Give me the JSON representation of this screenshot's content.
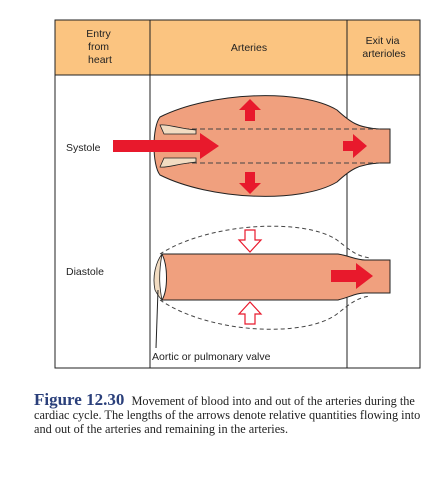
{
  "header": {
    "entry": [
      "Entry",
      "from",
      "heart"
    ],
    "arteries": "Arteries",
    "exit": [
      "Exit via",
      "arterioles"
    ]
  },
  "rows": {
    "systole": "Systole",
    "diastole": "Diastole"
  },
  "valve_label": "Aortic or pulmonary valve",
  "caption": {
    "figure": "Figure 12.30",
    "text": "Movement of blood into and out of the arteries during the cardiac cycle. The lengths of the arrows denote relative quantities flowing into and out of the arteries and remaining in the arteries."
  },
  "colors": {
    "header_fill": "#fbc480",
    "vessel_fill": "#f0a07e",
    "valve_fill": "#f2dcc2",
    "arrow_red": "#e8192c",
    "border": "#222222"
  }
}
